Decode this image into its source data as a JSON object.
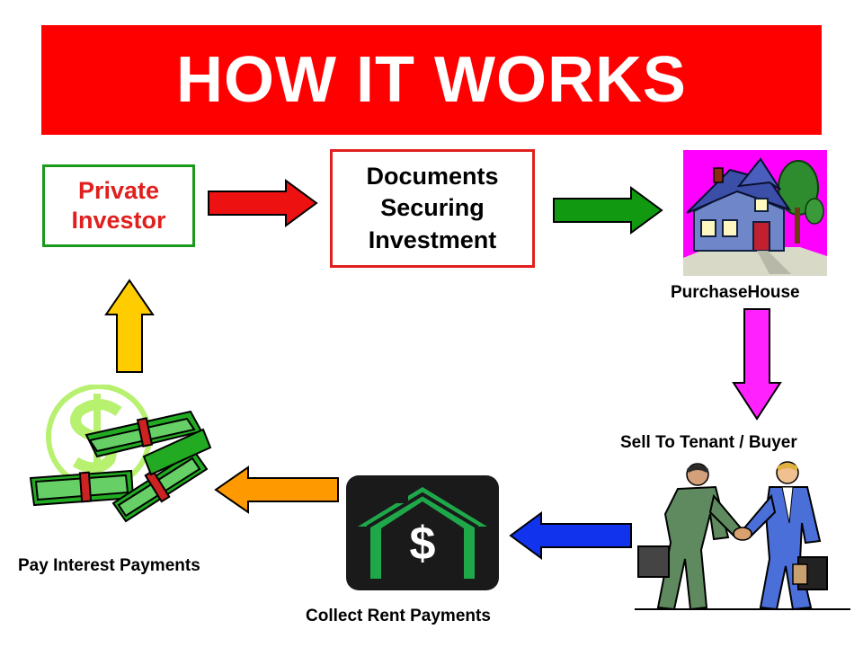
{
  "title": "HOW IT WORKS",
  "steps": {
    "private_investor": "Private\nInvestor",
    "documents": "Documents\nSecuring\nInvestment",
    "purchase_house": "PurchaseHouse",
    "sell_to_tenant": "Sell To Tenant / Buyer",
    "collect_rent": "Collect Rent Payments",
    "pay_interest": "Pay Interest Payments"
  },
  "rent_symbol": "$",
  "colors": {
    "banner": "#ff0000",
    "arrow_red": "#ee1111",
    "arrow_green": "#119911",
    "arrow_magenta": "#ff22ff",
    "arrow_blue": "#1133ee",
    "arrow_orange": "#ff9900",
    "arrow_yellow": "#ffcc00"
  },
  "icons": {
    "house": "house-icon",
    "handshake": "handshake-icon",
    "rent": "rent-house-dollar-icon",
    "money": "money-stack-icon"
  }
}
